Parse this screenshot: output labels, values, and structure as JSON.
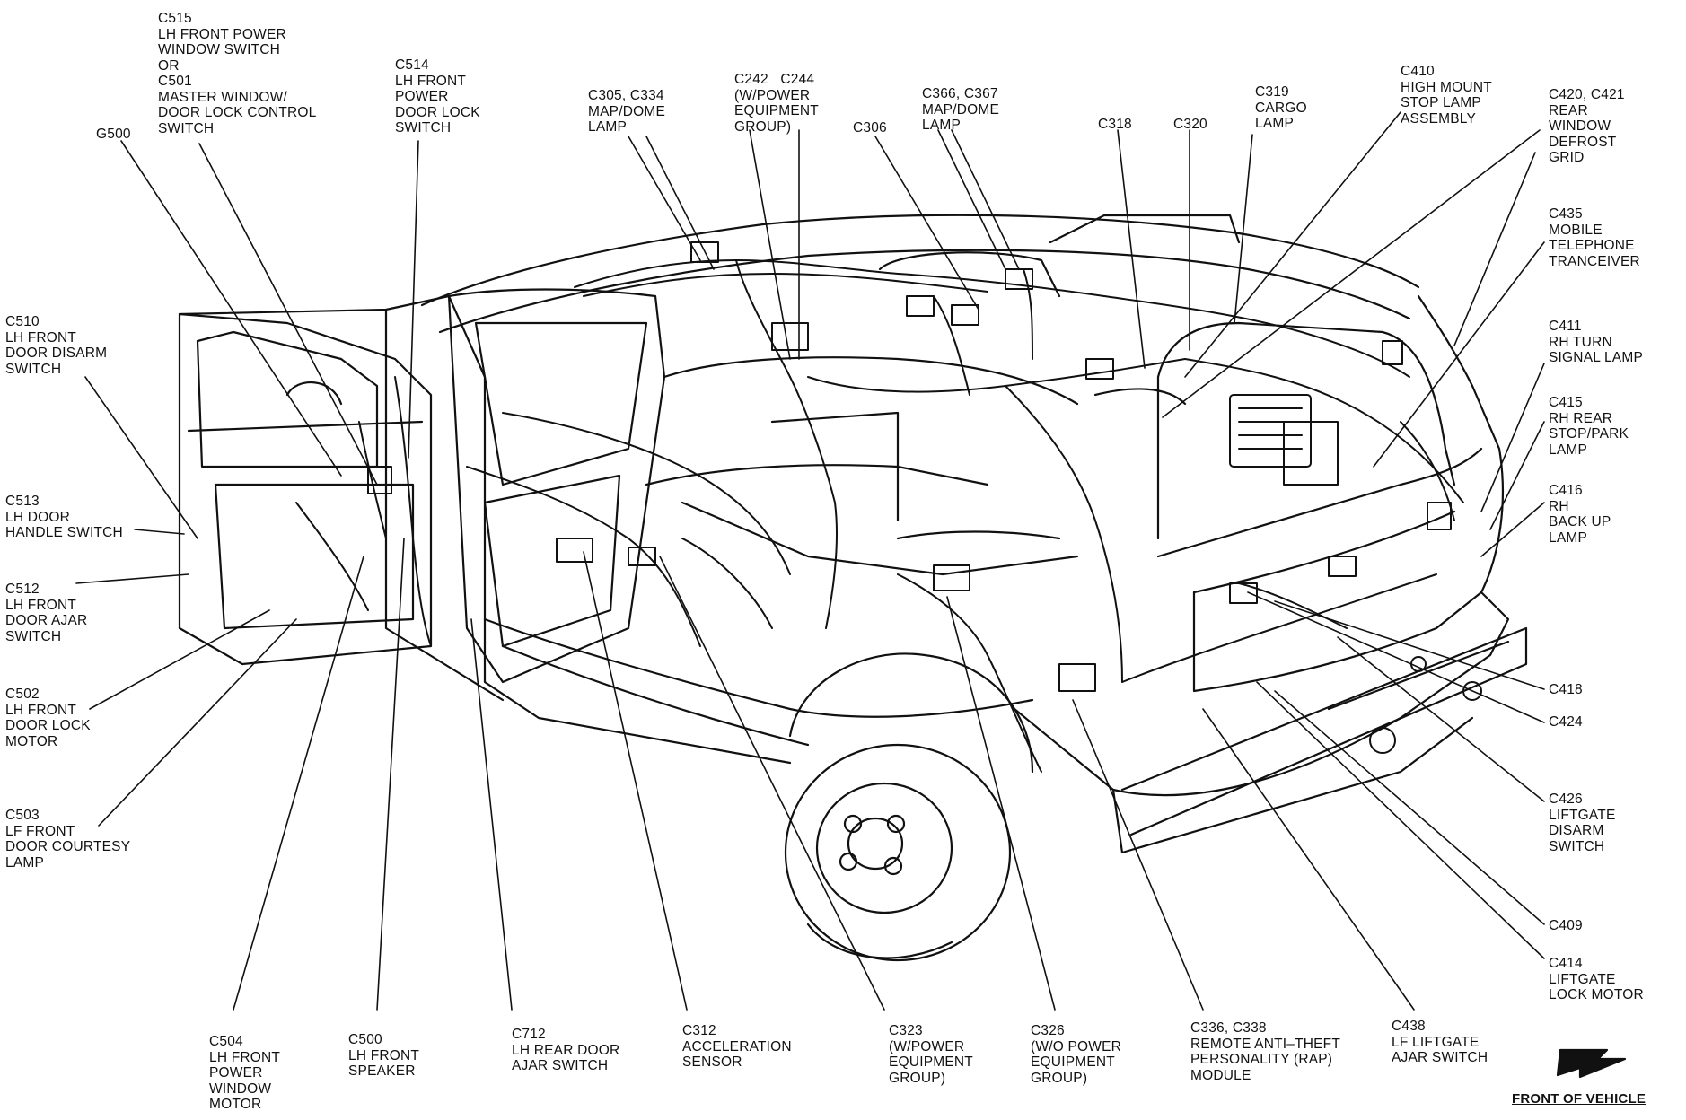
{
  "labels": [
    {
      "id": "c515",
      "text": "C515\nLH FRONT POWER\nWINDOW SWITCH\nOR\nC501\nMASTER WINDOW/\nDOOR LOCK CONTROL\nSWITCH"
    },
    {
      "id": "g500",
      "text": "G500"
    },
    {
      "id": "c514",
      "text": "C514\nLH FRONT\nPOWER\nDOOR LOCK\nSWITCH"
    },
    {
      "id": "c305",
      "text": "C305, C334\nMAP/DOME\nLAMP"
    },
    {
      "id": "c242",
      "text": "C242   C244\n(W/POWER\nEQUIPMENT\nGROUP)"
    },
    {
      "id": "c306",
      "text": "C306"
    },
    {
      "id": "c366",
      "text": "C366, C367\nMAP/DOME\nLAMP"
    },
    {
      "id": "c318",
      "text": "C318"
    },
    {
      "id": "c320",
      "text": "C320"
    },
    {
      "id": "c319",
      "text": "C319\nCARGO\nLAMP"
    },
    {
      "id": "c410",
      "text": "C410\nHIGH MOUNT\nSTOP LAMP\nASSEMBLY"
    },
    {
      "id": "c420",
      "text": "C420, C421\nREAR\nWINDOW\nDEFROST\nGRID"
    },
    {
      "id": "c435",
      "text": "C435\nMOBILE\nTELEPHONE\nTRANCEIVER"
    },
    {
      "id": "c411",
      "text": "C411\nRH TURN\nSIGNAL LAMP"
    },
    {
      "id": "c415",
      "text": "C415\nRH REAR\nSTOP/PARK\nLAMP"
    },
    {
      "id": "c416",
      "text": "C416\nRH\nBACK UP\nLAMP"
    },
    {
      "id": "c418",
      "text": "C418"
    },
    {
      "id": "c424",
      "text": "C424"
    },
    {
      "id": "c426",
      "text": "C426\nLIFTGATE\nDISARM\nSWITCH"
    },
    {
      "id": "c409",
      "text": "C409"
    },
    {
      "id": "c414",
      "text": "C414\nLIFTGATE\nLOCK MOTOR"
    },
    {
      "id": "c438",
      "text": "C438\nLF LIFTGATE\nAJAR SWITCH"
    },
    {
      "id": "c336",
      "text": "C336, C338\nREMOTE ANTI–THEFT\nPERSONALITY (RAP)\nMODULE"
    },
    {
      "id": "c326",
      "text": "C326\n(W/O POWER\nEQUIPMENT\nGROUP)"
    },
    {
      "id": "c323",
      "text": "C323\n(W/POWER\nEQUIPMENT\nGROUP)"
    },
    {
      "id": "c312",
      "text": "C312\nACCELERATION\nSENSOR"
    },
    {
      "id": "c712",
      "text": "C712\nLH REAR DOOR\nAJAR SWITCH"
    },
    {
      "id": "c500",
      "text": "C500\nLH FRONT\nSPEAKER"
    },
    {
      "id": "c504",
      "text": "C504\nLH FRONT\nPOWER\nWINDOW\nMOTOR"
    },
    {
      "id": "c503",
      "text": "C503\nLF FRONT\nDOOR COURTESY\nLAMP"
    },
    {
      "id": "c502",
      "text": "C502\nLH FRONT\nDOOR LOCK\nMOTOR"
    },
    {
      "id": "c512",
      "text": "C512\nLH FRONT\nDOOR AJAR\nSWITCH"
    },
    {
      "id": "c513",
      "text": "C513\nLH DOOR\nHANDLE SWITCH"
    },
    {
      "id": "c510",
      "text": "C510\nLH FRONT\nDOOR DISARM\nSWITCH"
    }
  ],
  "front_of_vehicle": "FRONT OF VEHICLE",
  "colors": {
    "ink": "#111111",
    "background": "#ffffff"
  }
}
